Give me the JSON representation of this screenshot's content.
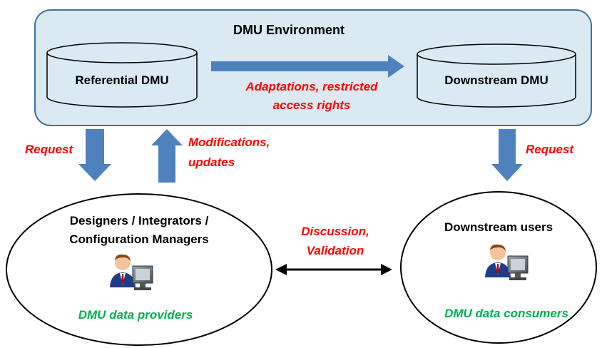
{
  "colors": {
    "environment_fill": "#dae9f2",
    "environment_stroke": "#41719c",
    "arrow_blue": "#4f81bd",
    "label_red": "#ff0000",
    "label_green": "#00b050"
  },
  "environment": {
    "title": "DMU Environment"
  },
  "databases": {
    "referential": "Referential DMU",
    "downstream": "Downstream DMU"
  },
  "flow_labels": {
    "adaptations_line1": "Adaptations, restricted",
    "adaptations_line2": "access rights",
    "request_left": "Request",
    "modifications_line1": "Modifications,",
    "modifications_line2": "updates",
    "request_right": "Request",
    "discussion_line1": "Discussion,",
    "discussion_line2": "Validation"
  },
  "groups": {
    "providers": {
      "title_line1": "Designers / Integrators /",
      "title_line2": "Configuration Managers",
      "role": "DMU data providers",
      "icon": "user-at-computer-icon"
    },
    "consumers": {
      "title": "Downstream users",
      "role": "DMU data consumers",
      "icon": "user-at-computer-icon"
    }
  }
}
